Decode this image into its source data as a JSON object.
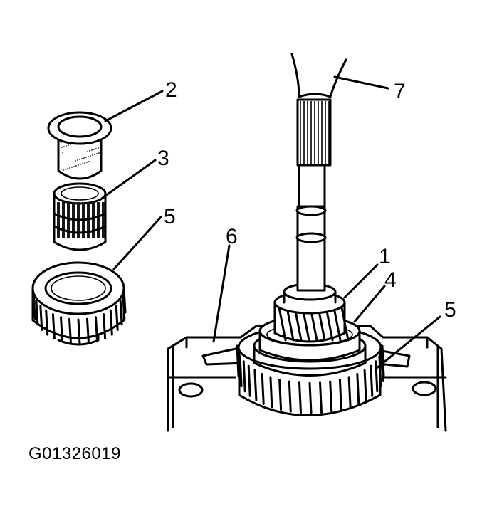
{
  "figure_id": "G01326019",
  "callouts": {
    "c1": "1",
    "c2": "2",
    "c3": "3",
    "c4": "4",
    "c5a": "5",
    "c5b": "5",
    "c6": "6",
    "c7": "7"
  },
  "colors": {
    "ink": "#000000",
    "paper": "#ffffff",
    "shade": "#d9d9d9"
  }
}
